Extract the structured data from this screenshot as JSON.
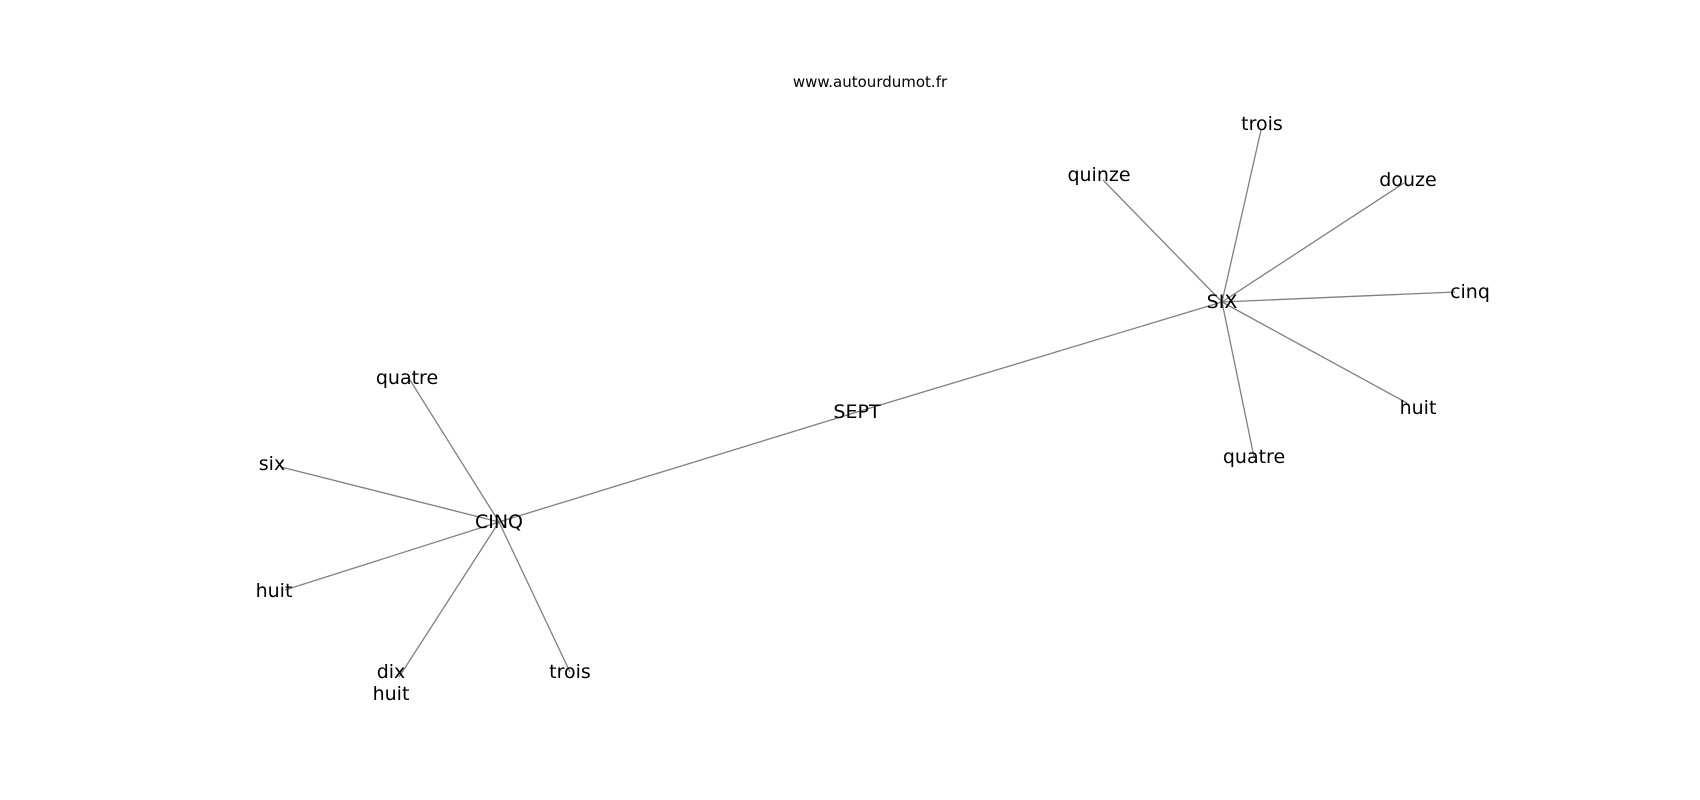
{
  "watermark": "www.autourdumot.fr",
  "colors": {
    "edge": "#808080",
    "text": "#000000",
    "background": "#ffffff"
  },
  "nodes": [
    {
      "id": "sept",
      "lines": [
        "SEPT"
      ]
    },
    {
      "id": "six",
      "lines": [
        "SIX"
      ]
    },
    {
      "id": "cinq",
      "lines": [
        "CINQ"
      ]
    },
    {
      "id": "six-trois",
      "lines": [
        "trois"
      ]
    },
    {
      "id": "six-quinze",
      "lines": [
        "quinze"
      ]
    },
    {
      "id": "six-douze",
      "lines": [
        "douze"
      ]
    },
    {
      "id": "six-cinq",
      "lines": [
        "cinq"
      ]
    },
    {
      "id": "six-huit",
      "lines": [
        "huit"
      ]
    },
    {
      "id": "six-quatre",
      "lines": [
        "quatre"
      ]
    },
    {
      "id": "cinq-quatre",
      "lines": [
        "quatre"
      ]
    },
    {
      "id": "cinq-six",
      "lines": [
        "six"
      ]
    },
    {
      "id": "cinq-huit",
      "lines": [
        "huit"
      ]
    },
    {
      "id": "cinq-dixhuit",
      "lines": [
        "dix",
        "huit"
      ]
    },
    {
      "id": "cinq-trois",
      "lines": [
        "trois"
      ]
    }
  ],
  "edges": [
    [
      "cinq",
      "sept"
    ],
    [
      "sept",
      "six"
    ],
    [
      "six",
      "six-trois"
    ],
    [
      "six",
      "six-quinze"
    ],
    [
      "six",
      "six-douze"
    ],
    [
      "six",
      "six-cinq"
    ],
    [
      "six",
      "six-huit"
    ],
    [
      "six",
      "six-quatre"
    ],
    [
      "cinq",
      "cinq-quatre"
    ],
    [
      "cinq",
      "cinq-six"
    ],
    [
      "cinq",
      "cinq-huit"
    ],
    [
      "cinq",
      "cinq-dixhuit"
    ],
    [
      "cinq",
      "cinq-trois"
    ]
  ]
}
